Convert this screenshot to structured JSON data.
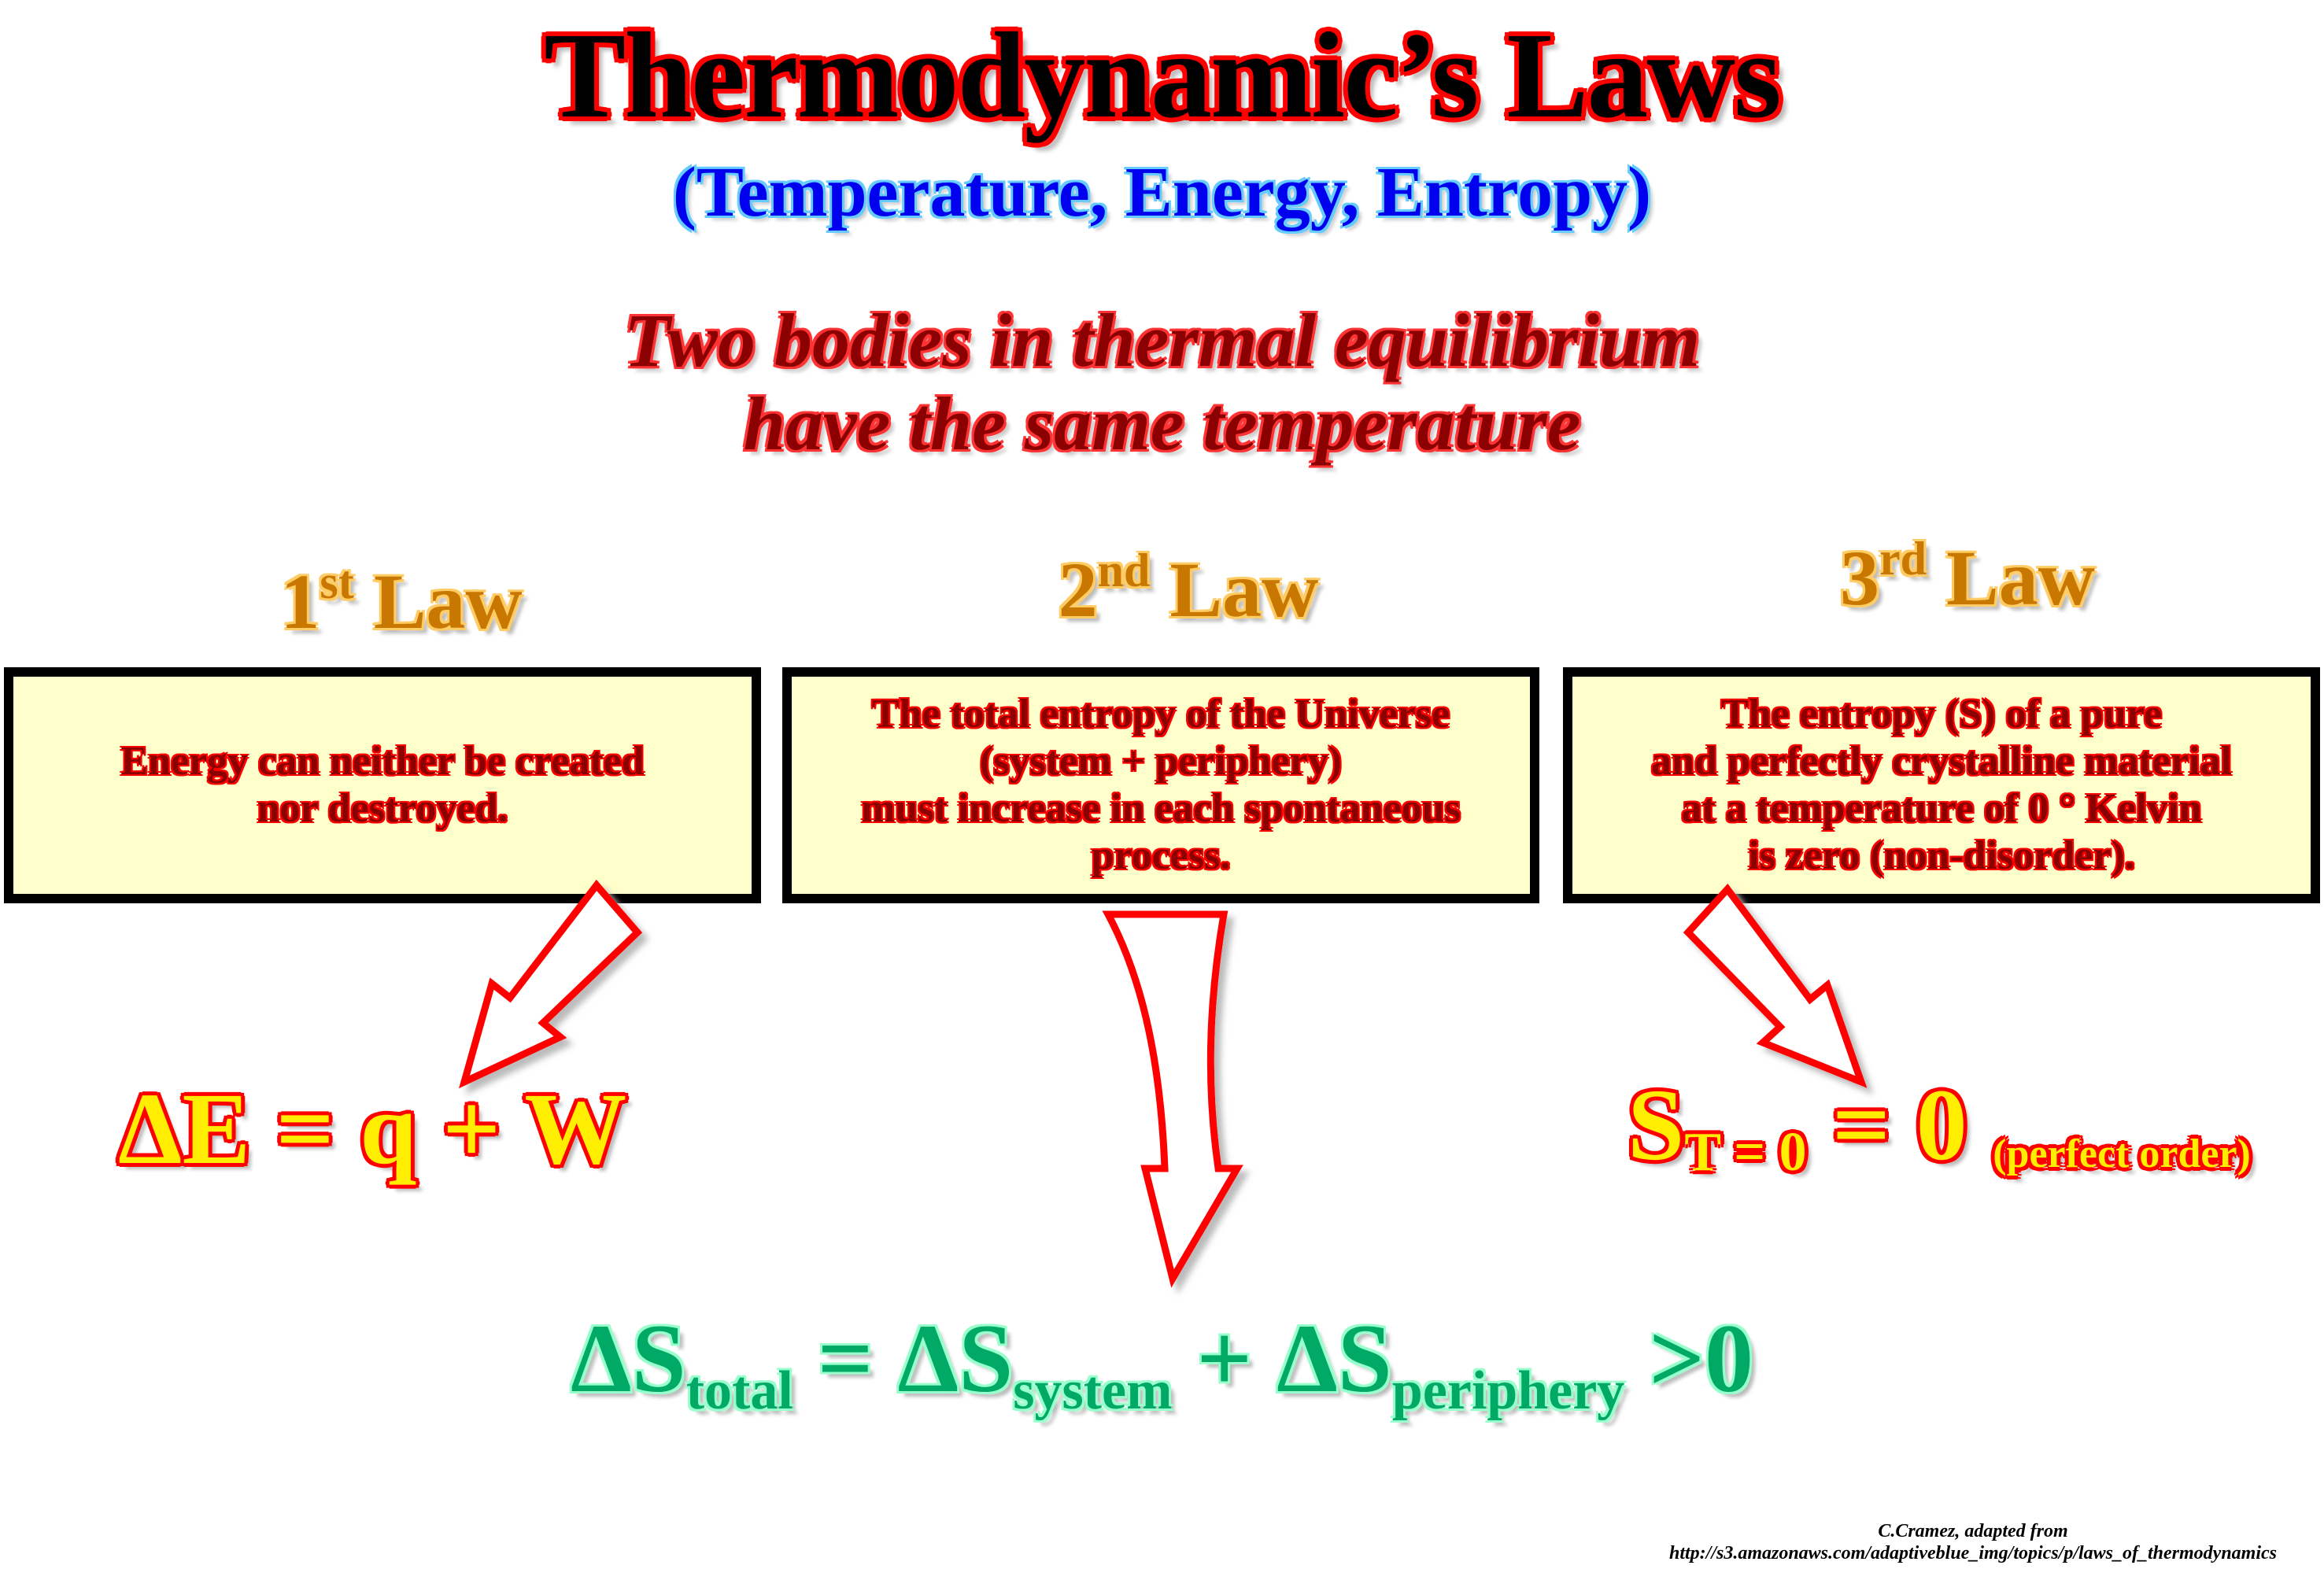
{
  "title": "Thermodynamic’s Laws",
  "subtitle": "(Temperature, Energy, Entropy)",
  "zeroth_law": {
    "line1": "Two bodies in thermal equilibrium",
    "line2": "have the same temperature"
  },
  "laws": [
    {
      "number": "1",
      "suffix": "st",
      "word": "Law",
      "text": "Energy can neither be created\nnor destroyed.",
      "formula": "ΔE = q + W"
    },
    {
      "number": "2",
      "suffix": "nd",
      "word": "Law",
      "text": "The total entropy of the Universe\n(system + periphery)\nmust increase in each spontaneous\nprocess.",
      "formula_parts": {
        "d1": "ΔS",
        "s1": "total",
        "eq": " = ",
        "d2": "ΔS",
        "s2": "system",
        "plus": " + ",
        "d3": "ΔS",
        "s3": "periphery",
        "tail": " >0"
      }
    },
    {
      "number": "3",
      "suffix": "rd",
      "word": "Law",
      "text": "The entropy (S) of a pure\nand perfectly crystalline material\nat a temperature of 0 ° Kelvin\nis zero  (non-disorder).",
      "formula_parts": {
        "main": "S",
        "sub": "T = 0",
        "rest": " = 0 ",
        "note": "(perfect order)"
      }
    }
  ],
  "credit": {
    "line1": "C.Cramez, adapted from",
    "line2": "http://s3.amazonaws.com/adaptiveblue_img/topics/p/laws_of_thermodynamics"
  },
  "colors": {
    "arrow_stroke": "#ff0000",
    "box_fill": "#ffffcc"
  }
}
